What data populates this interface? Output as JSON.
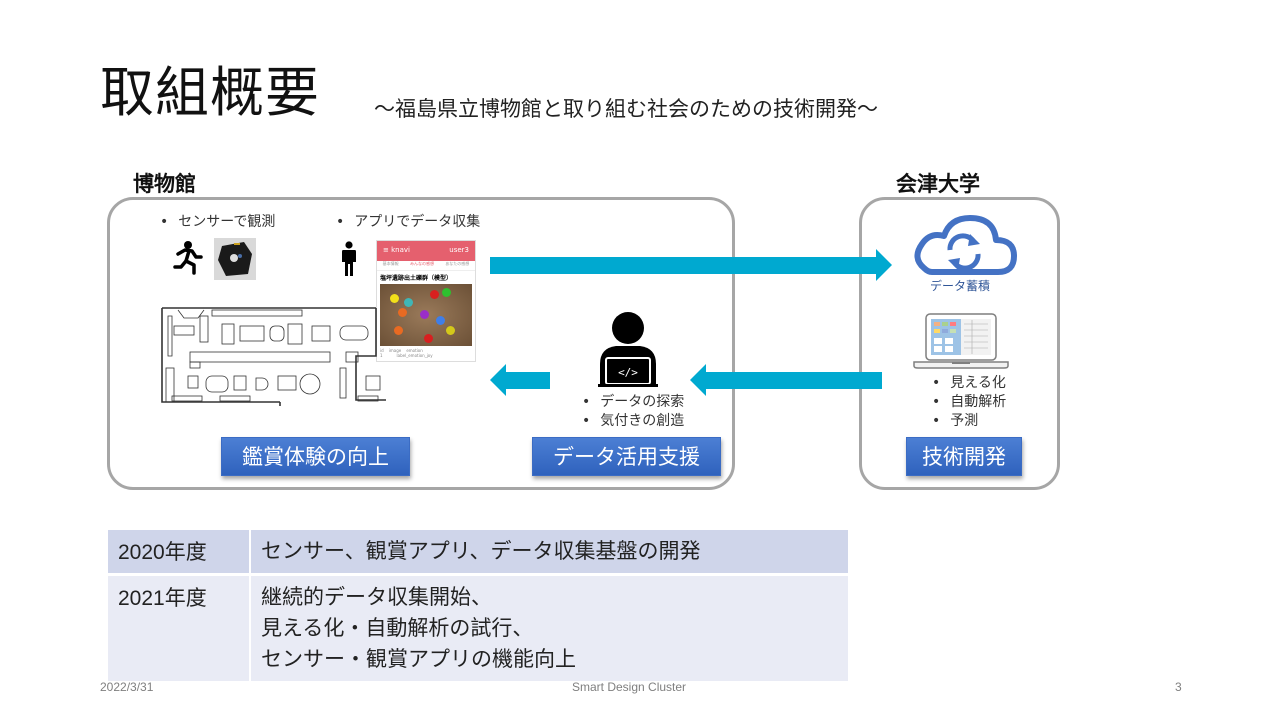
{
  "slide": {
    "title": "取組概要",
    "subtitle": "～福島県立博物館と取り組む社会のための技術開発～"
  },
  "museum": {
    "label": "博物館",
    "bullet_sensor": "センサーで観測",
    "bullet_app": "アプリでデータ収集",
    "app_screen": {
      "app_name": "≡  knavi",
      "user": "user3",
      "tabs": [
        "基本情報",
        "みんなの感想",
        "あなたの感想"
      ],
      "exhibit_title": "塩坪遺跡出土礫群（模型）",
      "table_header": [
        "id",
        "image",
        "emotion"
      ],
      "table_row": [
        "1",
        "",
        "label_emotion_joy"
      ]
    },
    "button_appreciation": "鑑賞体験の向上",
    "support": {
      "bullets": [
        "データの探索",
        "気付きの創造"
      ],
      "button": "データ活用支援"
    }
  },
  "university": {
    "label": "会津大学",
    "cloud_caption": "データ蓄積",
    "bullets": [
      "見える化",
      "自動解析",
      "予測"
    ],
    "button": "技術開発"
  },
  "colors": {
    "arrow": "#00a9d0",
    "button_blue": "#3a6cc6",
    "cloud_blue": "#4472c4",
    "panel_border": "#a6a6a6",
    "table_row_1": "#cfd5ea",
    "table_row_2": "#e9ebf5"
  },
  "timeline": [
    {
      "year": "2020年度",
      "lines": [
        "センサー、観賞アプリ、データ収集基盤の開発"
      ]
    },
    {
      "year": "2021年度",
      "lines": [
        "継続的データ収集開始、",
        "見える化・自動解析の試行、",
        "センサー・観賞アプリの機能向上"
      ]
    }
  ],
  "footer": {
    "date": "2022/3/31",
    "center": "Smart Design Cluster",
    "page": "3"
  }
}
